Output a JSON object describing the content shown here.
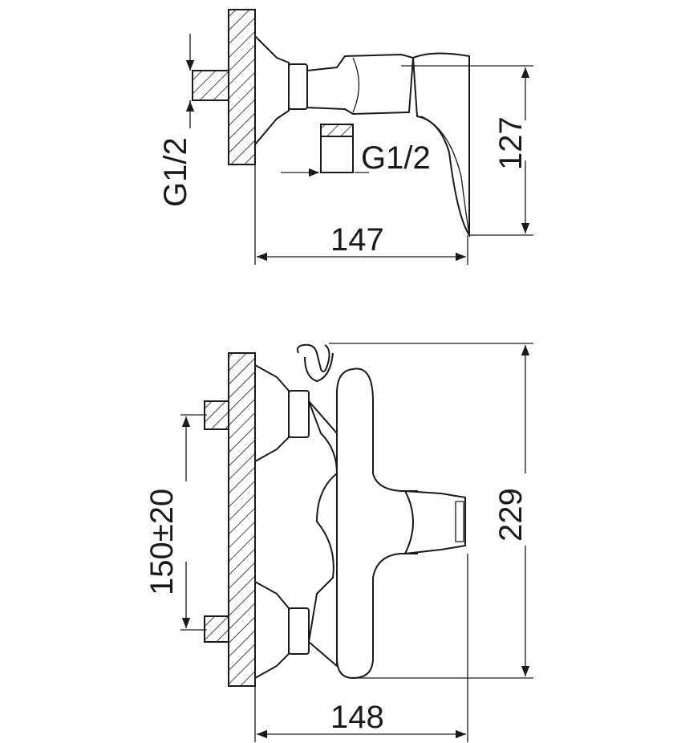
{
  "drawing": {
    "top_view": {
      "inlet_thread_label": "G1/2",
      "outlet_thread_label": "G1/2",
      "height_dimension": "127",
      "depth_dimension": "147"
    },
    "front_view": {
      "inlet_spacing_dimension": "150±20",
      "height_dimension": "229",
      "depth_dimension": "148"
    },
    "line_color": "#1a1a1a",
    "background_color": "#ffffff"
  }
}
